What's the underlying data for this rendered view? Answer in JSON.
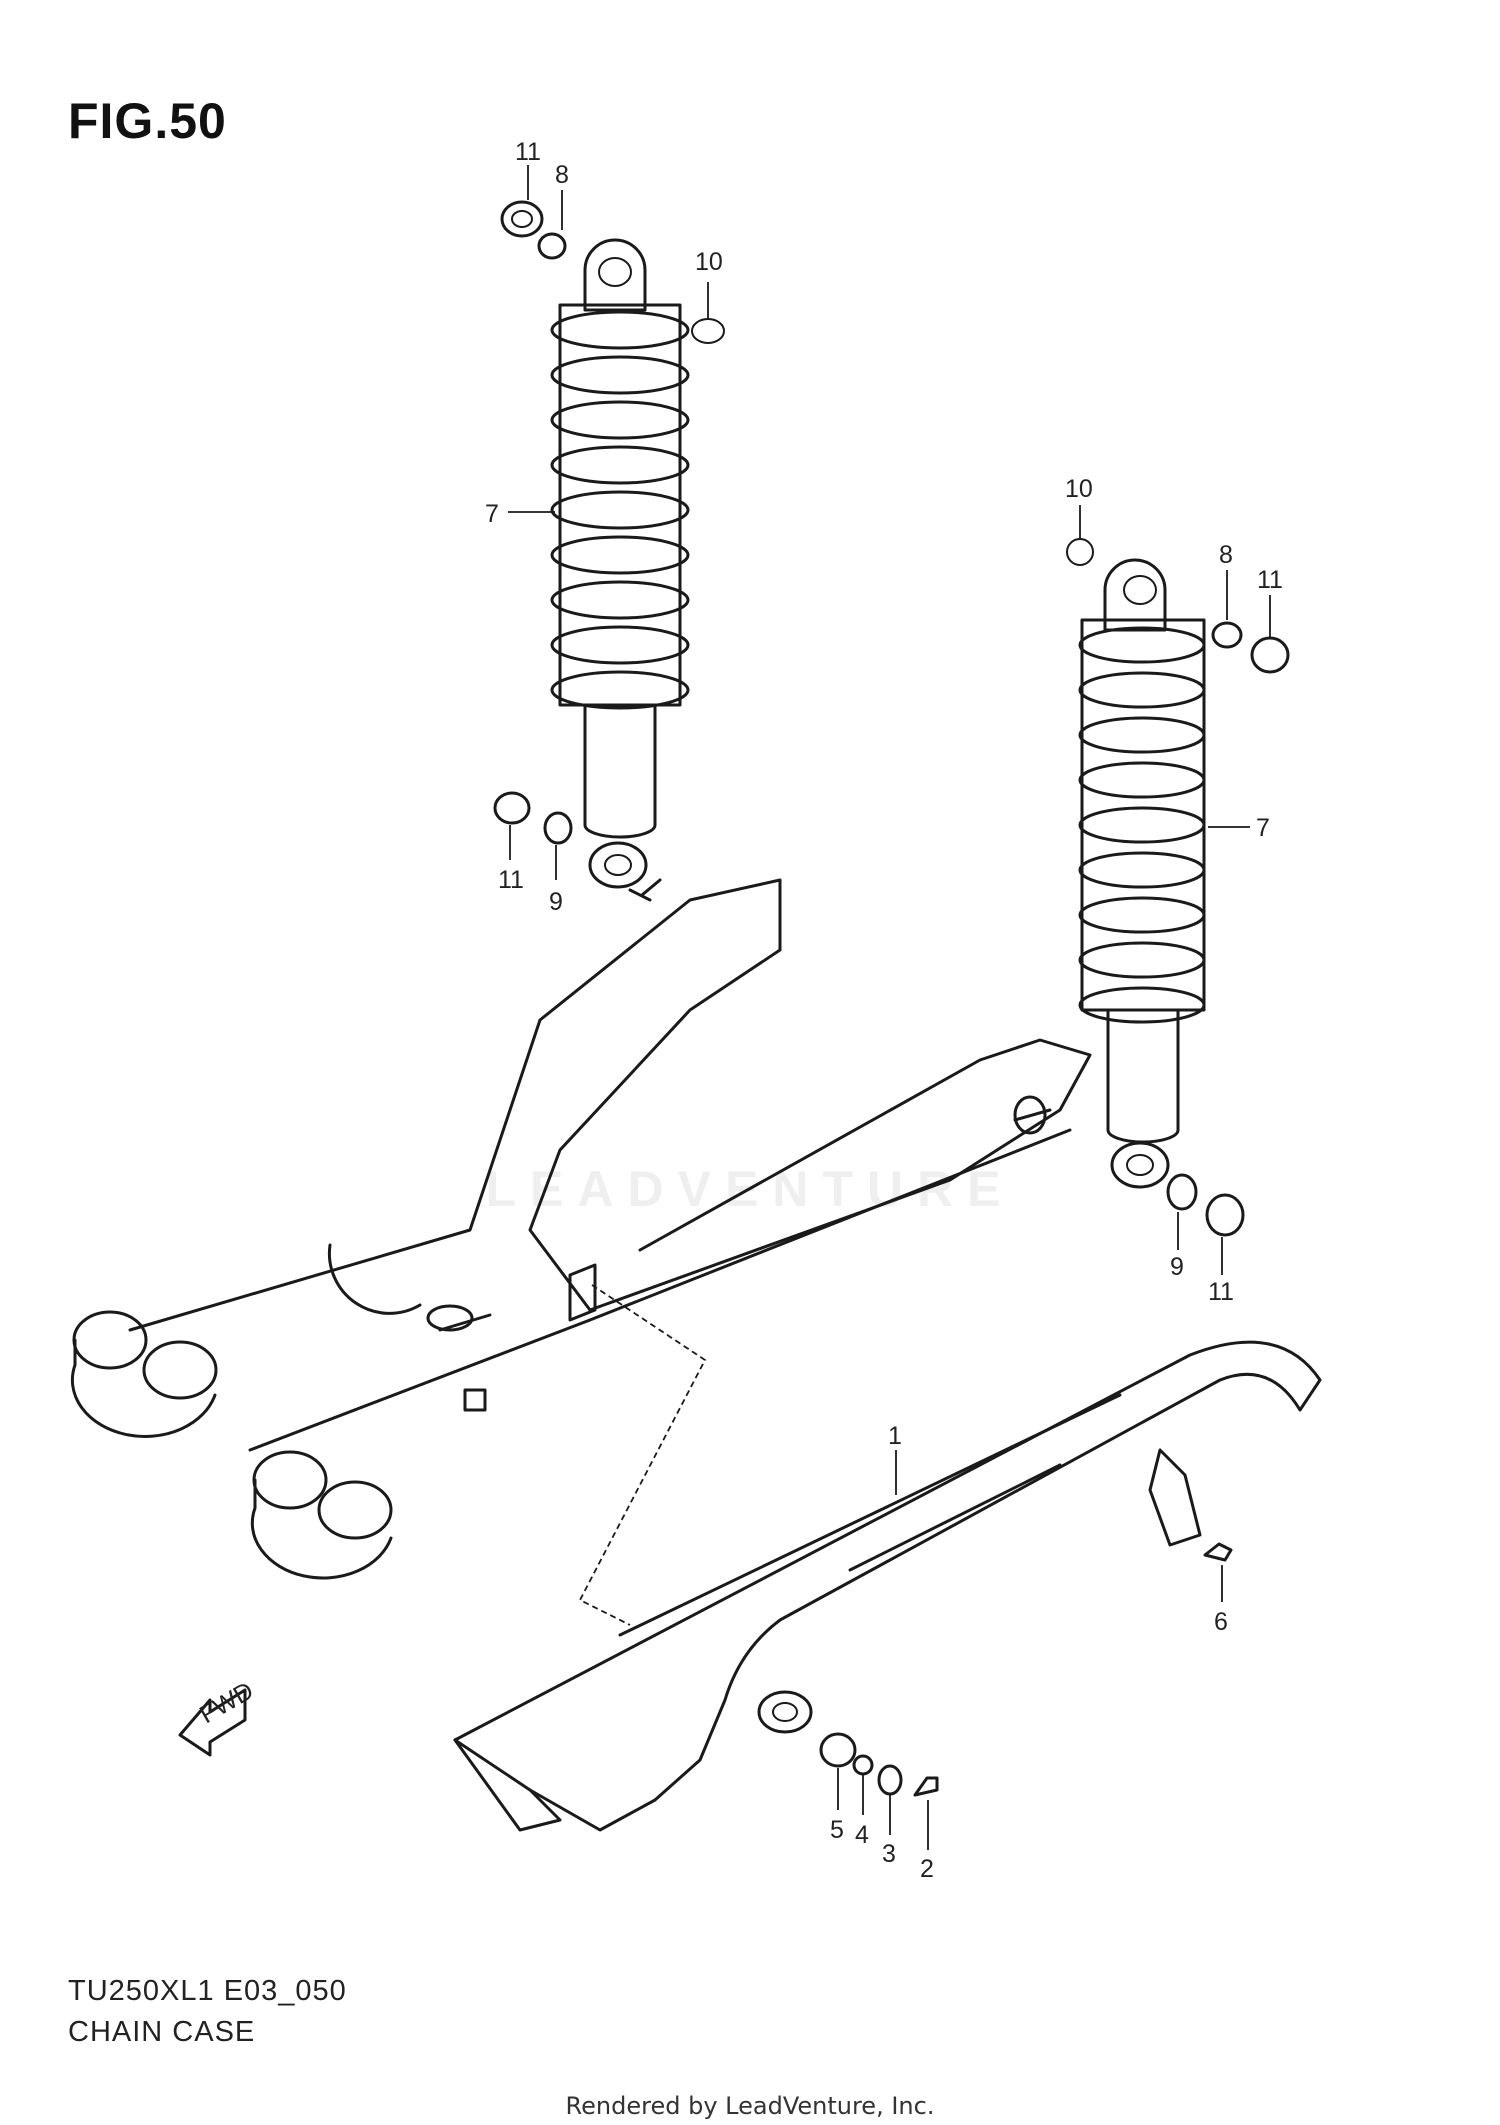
{
  "figure": {
    "title": "FIG.50",
    "model_code": "TU250XL1  E03_050",
    "section_name": "CHAIN CASE",
    "rendered_by": "Rendered by LeadVenture, Inc.",
    "watermark_text": "LEADVENTURE",
    "fwd_label": "FWD"
  },
  "callouts": {
    "left_shock_top_nut": "11",
    "left_shock_top_washer": "8",
    "left_shock_top_inner_washer": "10",
    "left_shock_body": "7",
    "left_shock_bottom_nut": "11",
    "left_shock_bottom_washer": "9",
    "right_shock_top_inner_washer": "10",
    "right_shock_top_washer": "8",
    "right_shock_top_nut": "11",
    "right_shock_body": "7",
    "right_shock_bottom_washer": "9",
    "right_shock_bottom_nut": "11",
    "chain_case": "1",
    "rear_bolt": "6",
    "front_spacer": "5",
    "front_collar": "4",
    "front_washer": "3",
    "front_bolt": "2"
  },
  "colors": {
    "line": "#1a1a1a",
    "background": "#ffffff"
  }
}
